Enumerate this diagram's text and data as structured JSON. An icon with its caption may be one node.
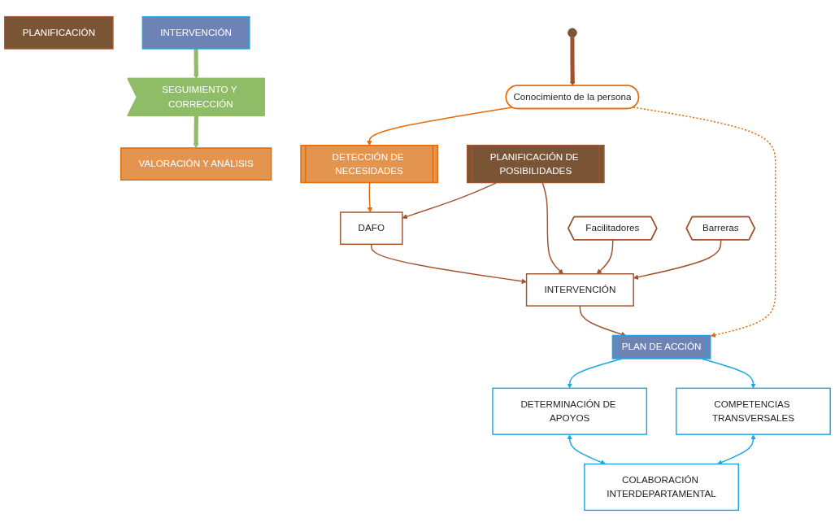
{
  "diagram": {
    "nodes": [
      {
        "text": [
          "VALORACIÓN Y ANÁLISIS"
        ]
      },
      {
        "text": [
          "PLANIFICACIÓN"
        ]
      },
      {
        "text": [
          "INTERVENCIÓN"
        ]
      },
      {
        "text": [
          "Conocimiento de la persona"
        ]
      },
      {
        "text": [
          "DETECCIÓN DE NECESIDADES"
        ]
      },
      {
        "text": [
          "DAFO"
        ]
      },
      {
        "text": [
          "PLANIFICACIÓN DE POSIBILIDADES"
        ]
      },
      {
        "text": [
          "Facilitadores"
        ]
      },
      {
        "text": [
          "Barreras"
        ]
      },
      {
        "text": [
          "INTERVENCIÓN"
        ]
      },
      {
        "text": [
          "PLAN DE ACCIÓN"
        ]
      },
      {
        "text": [
          "DETERMINACIÓN DE APOYOS"
        ]
      },
      {
        "text": [
          "COMPETENCIAS TRANSVERSALES"
        ]
      },
      {
        "text": [
          "COLABORACIÓN INTERDEPARTAMENTAL"
        ]
      },
      {
        "text": [
          "SEGUIMIENTO Y CORRECCIÓN"
        ]
      }
    ],
    "edges": [
      {
        "from": null,
        "to": 3,
        "arrow": "to",
        "style": "thick"
      },
      {
        "from": 3,
        "to": 4,
        "arrow": "to",
        "color": "#e36c09"
      },
      {
        "from": 4,
        "to": 5,
        "arrow": "to",
        "color": "#e36c09"
      },
      {
        "from": 6,
        "to": 5,
        "arrow": "to"
      },
      {
        "from": 5,
        "to": 9,
        "arrow": "to"
      },
      {
        "from": 6,
        "to": 9,
        "arrow": "to"
      },
      {
        "from": 7,
        "to": 9,
        "arrow": "to"
      },
      {
        "from": 8,
        "to": 9,
        "arrow": "to"
      },
      {
        "from": 9,
        "to": 10,
        "arrow": "to"
      },
      {
        "from": 3,
        "to": 10,
        "arrow": "to",
        "style": "dashed",
        "color": "#e36c09"
      },
      {
        "from": 10,
        "to": 11,
        "arrow": "to",
        "color": "#1ea7e0"
      },
      {
        "from": 10,
        "to": 12,
        "arrow": "to",
        "color": "#1ea7e0"
      },
      {
        "from": 11,
        "to": 13,
        "arrow": "both",
        "color": "#1ea7e0"
      },
      {
        "from": 12,
        "to": 13,
        "arrow": "both",
        "color": "#1ea7e0"
      },
      {
        "from": 14,
        "to": 0,
        "arrow": "to",
        "style": "thick",
        "color": "#8fbc67"
      },
      {
        "from": 2,
        "to": 14,
        "arrow": "to",
        "style": "thick",
        "color": "#8fbc67"
      }
    ]
  }
}
